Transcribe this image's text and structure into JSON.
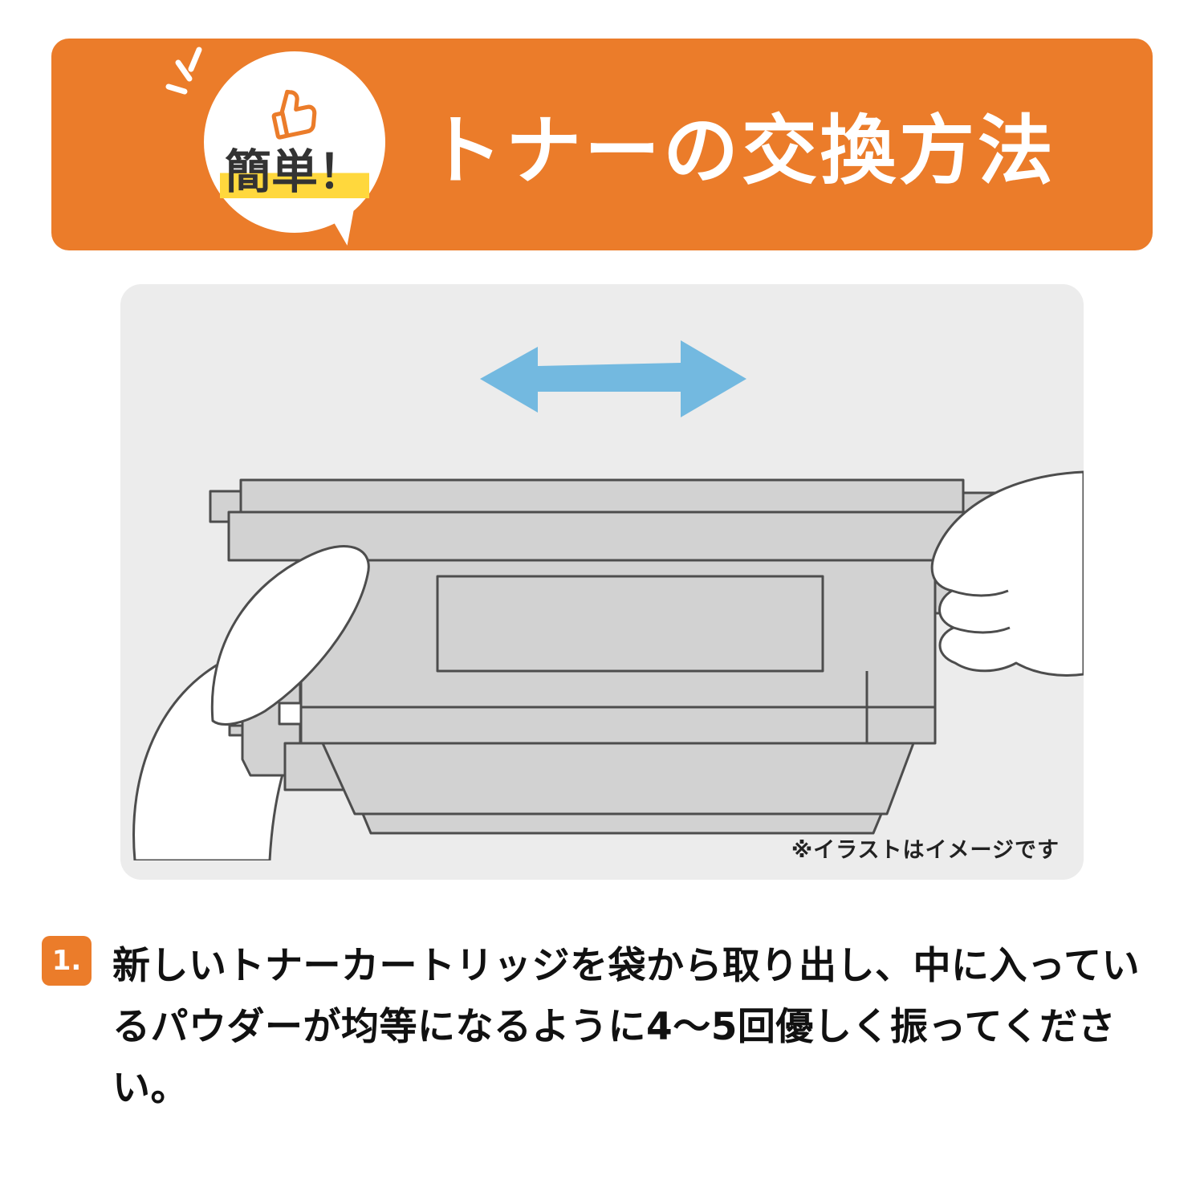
{
  "colors": {
    "banner_orange": "#EB7C2A",
    "highlight_yellow": "#FFD83D",
    "arrow_blue": "#73B9E0",
    "panel_gray": "#ECECEC",
    "cartridge_gray": "#D2D2D2",
    "outline_gray": "#4D4D4D"
  },
  "header": {
    "bubble_label": "簡単！",
    "title": "トナーの交換方法"
  },
  "illustration": {
    "note": "※イラストはイメージです"
  },
  "step": {
    "number": "1.",
    "text": "新しいトナーカートリッジを袋から取り出し、中に入っているパウダーが均等になるように4〜5回優しく振ってください。"
  }
}
